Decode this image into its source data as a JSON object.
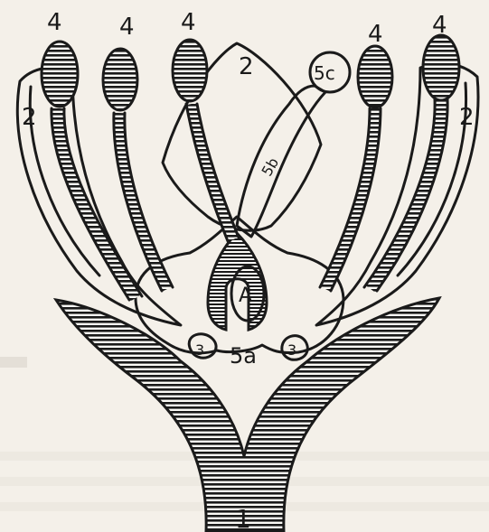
{
  "labels": {
    "anther_1": "4",
    "anther_2": "4",
    "anther_3": "4",
    "anther_4": "4",
    "anther_5": "4",
    "petal_left": "2",
    "petal_center": "2",
    "petal_right": "2",
    "stigma": "5c",
    "style": "5b",
    "nectary_left": "3",
    "nectary_right": "3",
    "ovary_base": "5a",
    "ovule": "A",
    "receptacle": "1"
  },
  "colors": {
    "ink": "#1a1a1a",
    "paper": "#f4f0e9",
    "fill_light": "#fbfaf6"
  }
}
